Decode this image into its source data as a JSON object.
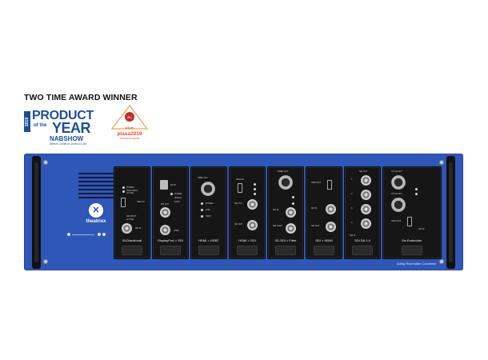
{
  "award": {
    "title": "TWO TIME AWARD WINNER",
    "nab_logo": {
      "year": "2019",
      "line1": "PRODUCT",
      "line2": "of the",
      "line3": "YEAR",
      "brand": "NABSHOW",
      "sub": "Where Content Comes to Life"
    },
    "plasa_logo": {
      "badge_text": "IBC",
      "winner": "Winner",
      "name": "plasa2019",
      "sub": "INNOVATION AWARD"
    }
  },
  "device": {
    "brand": "theatrixx",
    "footer": "4-Bay Reversible Converter",
    "colors": {
      "chassis": "#2f57b8",
      "module": "#161616",
      "handle": "#111111"
    },
    "modules": [
      {
        "label": "Bi-Directional",
        "texts": [
          "POWER",
          "HDMI INPUT",
          "ACTIVE",
          "HDMI IN",
          "SDI INPUT",
          "ACTIVE",
          "SDI IN"
        ]
      },
      {
        "label": "DisplayPort > SDI",
        "texts": [
          "DP IN",
          "POWER",
          "SIGNAL",
          "LOCK",
          "SDI OUT",
          "THRU"
        ]
      },
      {
        "label": "HDMI > HDBT",
        "texts": [
          "HDBT OUT",
          "POWER",
          "LINK",
          "HDMI"
        ]
      },
      {
        "label": "HDMI > SDI",
        "texts": [
          "HDMI IN",
          "SDI OUT",
          "SDI OUT"
        ]
      },
      {
        "label": "3G-SDI > Fiber",
        "texts": [
          "FIBER OUT",
          "SDI IN",
          "SDI LOOP"
        ]
      },
      {
        "label": "SDI > HDMI",
        "texts": [
          "HDMI OUT",
          "SDI IN",
          "SDI OUT"
        ]
      },
      {
        "label": "SDI DA 1:4",
        "texts": [
          "SDI OUT",
          "1",
          "2",
          "3",
          "4",
          "SDI IN"
        ]
      },
      {
        "label": "De-Embedder",
        "texts": [
          "CH 1/2 OUT",
          "CH 3/4 OUT",
          "HDMI OUT",
          "SDI IN"
        ]
      }
    ]
  }
}
